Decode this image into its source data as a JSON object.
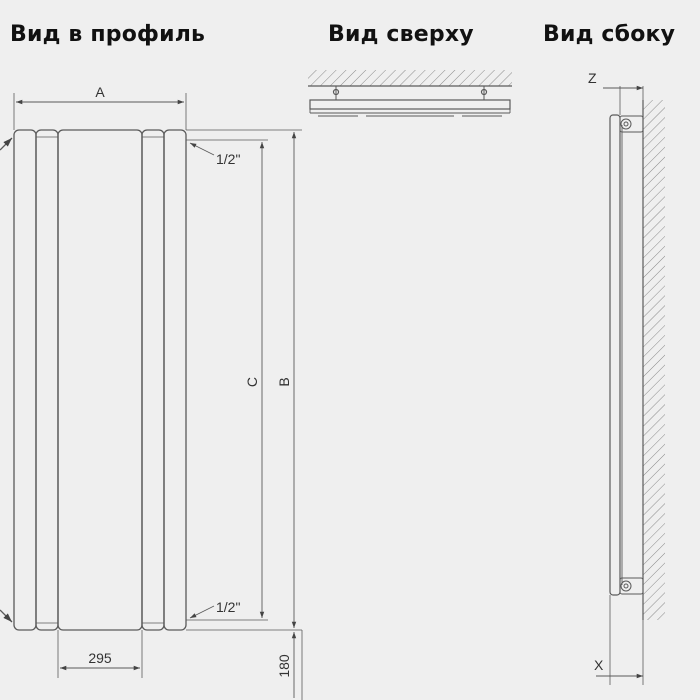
{
  "headings": {
    "profile": "Вид в профиль",
    "top": "Вид сверху",
    "side": "Вид сбоку"
  },
  "dimensions": {
    "width": "A",
    "height": "B",
    "axis_distance": "C",
    "connection_top": "1/2\"",
    "connection_bottom": "1/2\"",
    "panel_width": "295",
    "floor_clearance": "180",
    "wall_offset": "Z",
    "depth": "X"
  },
  "colors": {
    "line": "#5a5a5a",
    "background": "#efefef",
    "heading": "#111111"
  }
}
